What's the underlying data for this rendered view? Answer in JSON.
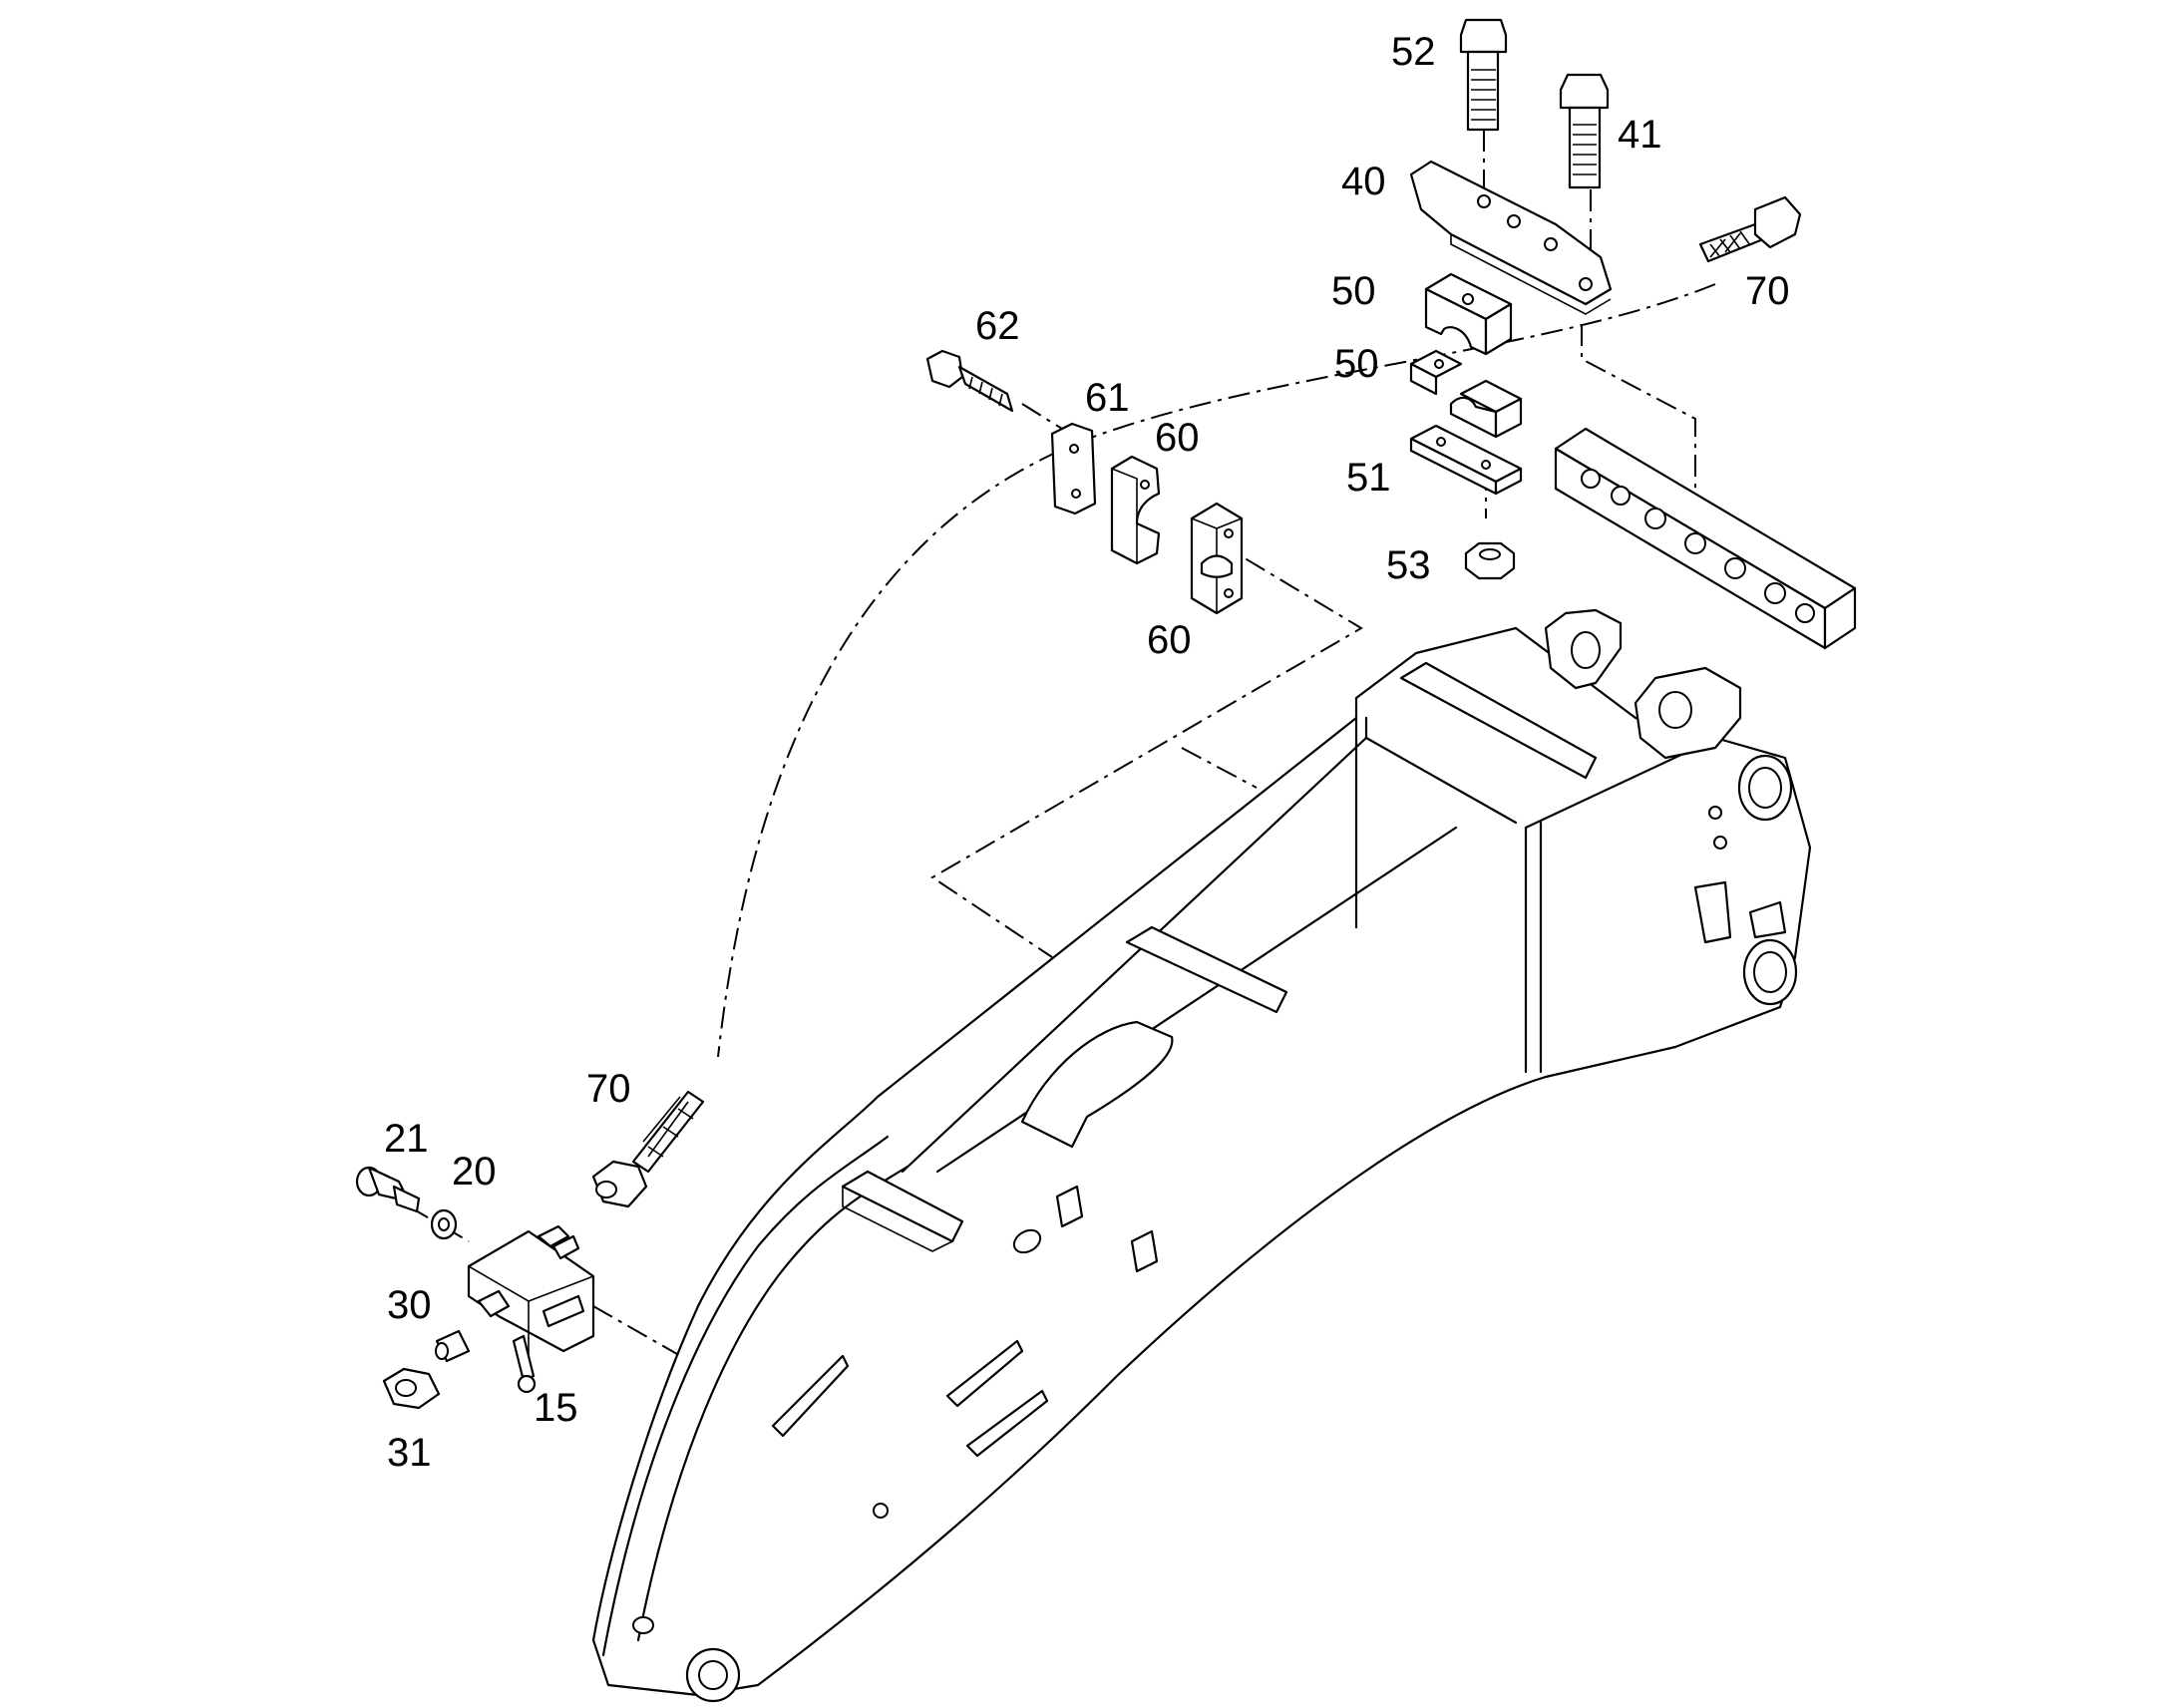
{
  "labels": {
    "p52": "52",
    "p41": "41",
    "p40": "40",
    "p70_top": "70",
    "p50_a": "50",
    "p50_b": "50",
    "p62": "62",
    "p61": "61",
    "p60_a": "60",
    "p51": "51",
    "p53": "53",
    "p60_b": "60",
    "p70_bottom": "70",
    "p21": "21",
    "p20": "20",
    "p30": "30",
    "p15": "15",
    "p31": "31"
  },
  "colors": {
    "line": "#000000",
    "background": "#ffffff"
  }
}
